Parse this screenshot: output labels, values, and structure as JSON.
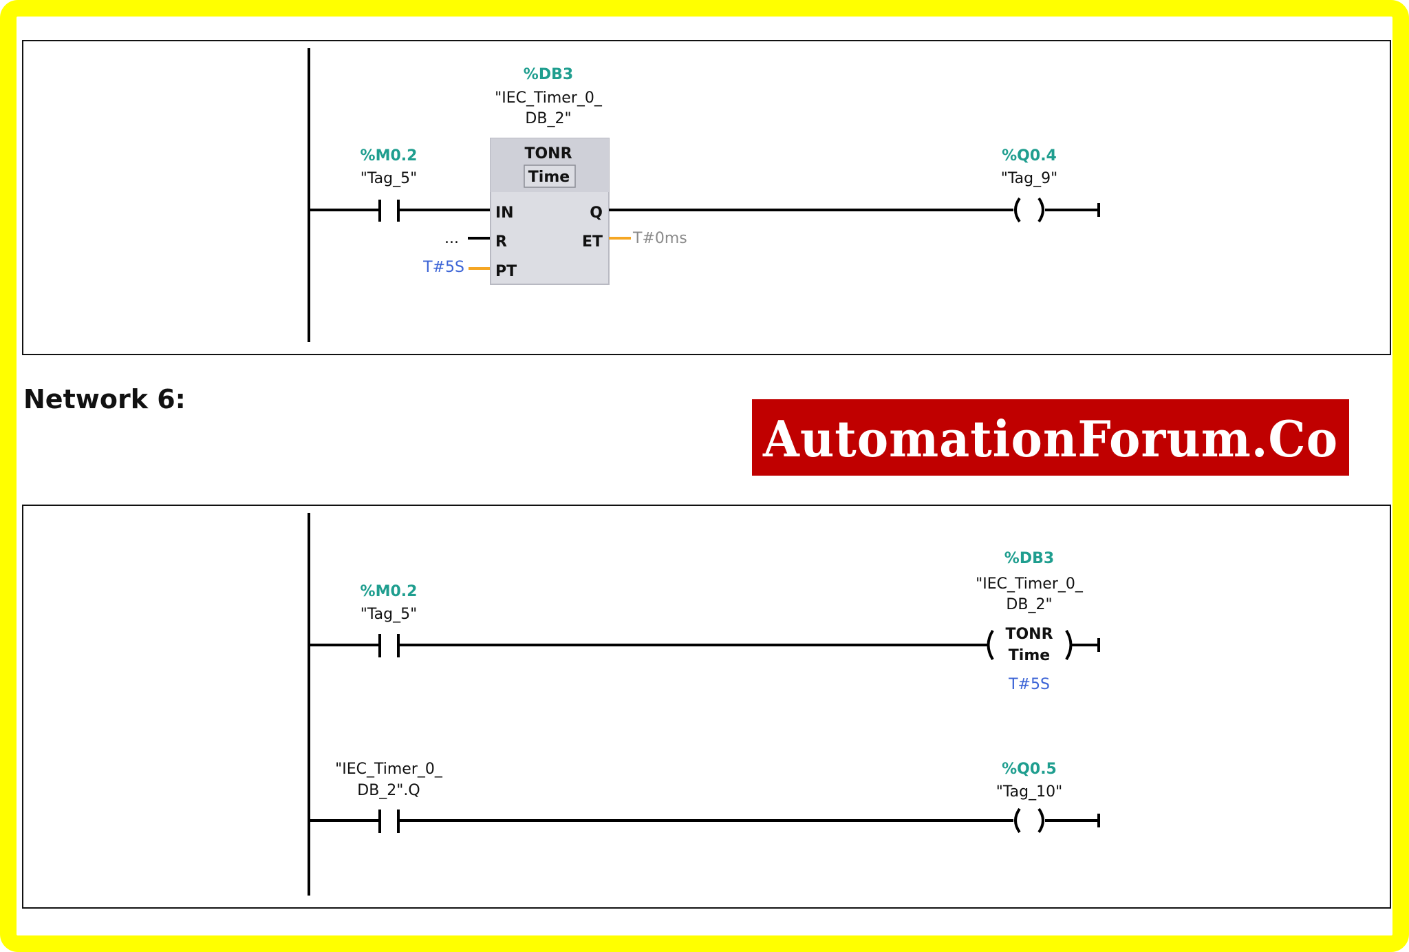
{
  "network5": {
    "timer_block": {
      "db_address": "%DB3",
      "db_name_line1": "\"IEC_Timer_0_",
      "db_name_line2": "DB_2\"",
      "type": "TONR",
      "time_label": "Time",
      "pins": {
        "in": "IN",
        "q": "Q",
        "r": "R",
        "et": "ET",
        "pt": "PT"
      },
      "r_value": "...",
      "pt_value": "T#5S",
      "et_value": "T#0ms"
    },
    "contact": {
      "address": "%M0.2",
      "tag": "\"Tag_5\""
    },
    "coil": {
      "address": "%Q0.4",
      "tag": "\"Tag_9\""
    }
  },
  "network6": {
    "heading": "Network 6:",
    "rung1": {
      "contact": {
        "address": "%M0.2",
        "tag": "\"Tag_5\""
      },
      "timer_coil": {
        "db_address": "%DB3",
        "db_name_line1": "\"IEC_Timer_0_",
        "db_name_line2": "DB_2\"",
        "type": "TONR",
        "time_label": "Time",
        "preset": "T#5S"
      }
    },
    "rung2": {
      "contact": {
        "tag_line1": "\"IEC_Timer_0_",
        "tag_line2": "DB_2\".Q"
      },
      "coil": {
        "address": "%Q0.5",
        "tag": "\"Tag_10\""
      }
    }
  },
  "watermark": {
    "text": "AutomationForum.Co",
    "bg_color": "#c00000",
    "text_color": "#ffffff"
  },
  "colors": {
    "frame": "#ffff00",
    "address": "#1f9e8f",
    "value_blue": "#3c64d6",
    "value_gray": "#8a8a8a",
    "pin_wire": "#f5a623",
    "block_fill": "#dcdde3",
    "block_header": "#cfd0d8"
  }
}
